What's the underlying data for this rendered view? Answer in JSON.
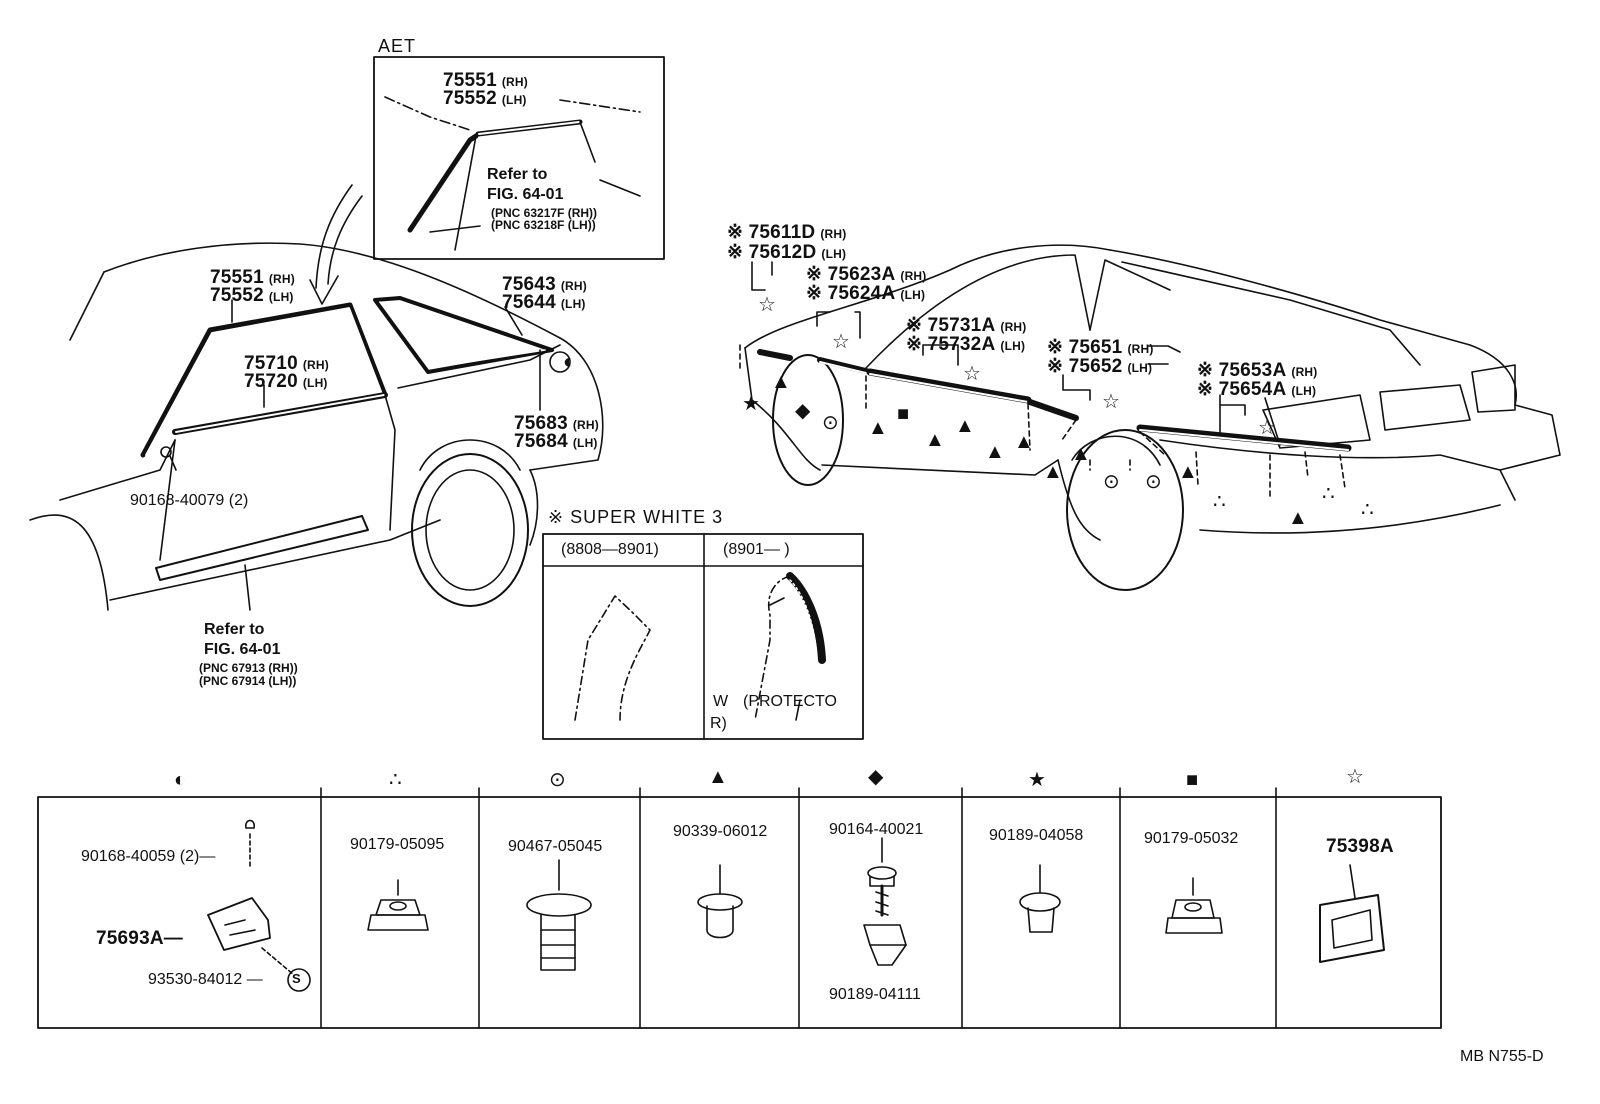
{
  "aet": {
    "title": "AET",
    "p1": "75551",
    "p1s": "(RH)",
    "p2": "75552",
    "p2s": "(LH)",
    "refer": "Refer to",
    "fig": "FIG. 64-01",
    "pnc1": "(PNC 63217F (RH))",
    "pnc2": "(PNC 63218F (LH))"
  },
  "left": {
    "a1": "75551",
    "a1s": "(RH)",
    "a2": "75552",
    "a2s": "(LH)",
    "b1": "75643",
    "b1s": "(RH)",
    "b2": "75644",
    "b2s": "(LH)",
    "c1": "75710",
    "c1s": "(RH)",
    "c2": "75720",
    "c2s": "(LH)",
    "d1": "75683",
    "d1s": "(RH)",
    "d2": "75684",
    "d2s": "(LH)",
    "screw": "90168-40079 (2)",
    "refer": "Refer to",
    "fig": "FIG. 64-01",
    "pnc1": "(PNC 67913 (RH))",
    "pnc2": "(PNC 67914 (LH))"
  },
  "right": {
    "mark": "※",
    "r1": "75611D",
    "r1s": "(RH)",
    "r2": "75612D",
    "r2s": "(LH)",
    "r3": "75623A",
    "r3s": "(RH)",
    "r4": "75624A",
    "r4s": "(LH)",
    "r5": "75731A",
    "r5s": "(RH)",
    "r6": "75732A",
    "r6s": "(LH)",
    "r7": "75651",
    "r7s": "(RH)",
    "r8": "75652",
    "r8s": "(LH)",
    "r9": "75653A",
    "r9s": "(RH)",
    "r10": "75654A",
    "r10s": "(LH)"
  },
  "super_white": {
    "title": "※ SUPER WHITE 3",
    "col1": "(8808—8901)",
    "col2": "(8901—        )",
    "w": "W",
    "protecto": "(PROTECTO",
    "r": "R)"
  },
  "legend": {
    "c1": {
      "symbol": "◐",
      "parts": [
        "90168-40059 (2)—",
        "75693A—",
        "93530-84012 —"
      ],
      "circle": "S"
    },
    "c2": {
      "symbol": "∴",
      "part": "90179-05095"
    },
    "c3": {
      "symbol": "⊙",
      "part": "90467-05045"
    },
    "c4": {
      "symbol": "▲",
      "part": "90339-06012"
    },
    "c5": {
      "symbol": "◆",
      "part": "90164-40021",
      "part2": "90189-04111"
    },
    "c6": {
      "symbol": "★",
      "part": "90189-04058"
    },
    "c7": {
      "symbol": "■",
      "part": "90179-05032"
    },
    "c8": {
      "symbol": "☆",
      "part": "75398A"
    }
  },
  "footer": {
    "code": "MB  N755-D"
  }
}
